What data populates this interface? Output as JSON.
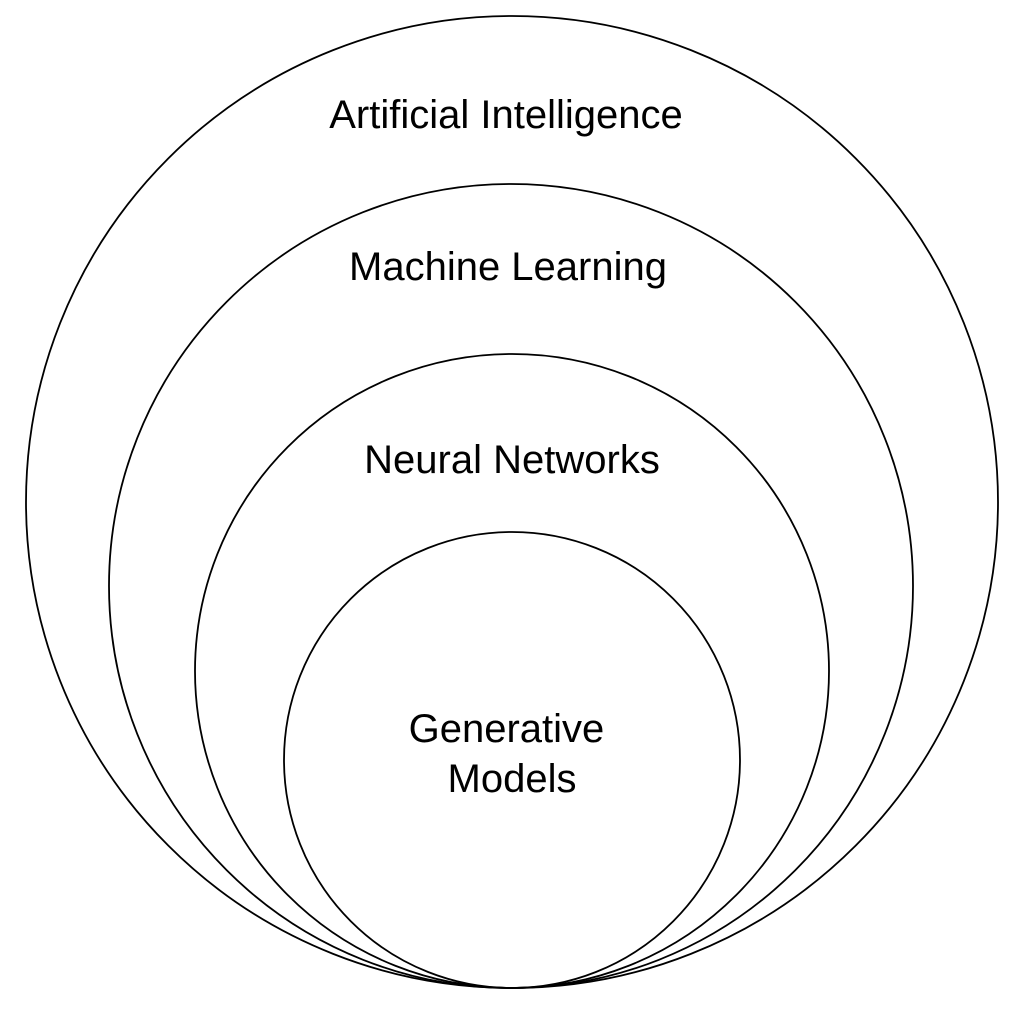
{
  "diagram": {
    "type": "nested-circles",
    "description": "Concentric Euler diagram showing subset hierarchy of AI concepts, all circles tangent at the bottom",
    "colors": {
      "stroke": "#000000",
      "background": "#ffffff",
      "text": "#000000"
    },
    "layers": [
      {
        "level": 1,
        "label": "Artificial Intelligence"
      },
      {
        "level": 2,
        "label": "Machine Learning"
      },
      {
        "level": 3,
        "label": "Neural Networks"
      },
      {
        "level": 4,
        "label": "Generative Models",
        "lines": [
          "Generative",
          "Models"
        ]
      }
    ]
  }
}
